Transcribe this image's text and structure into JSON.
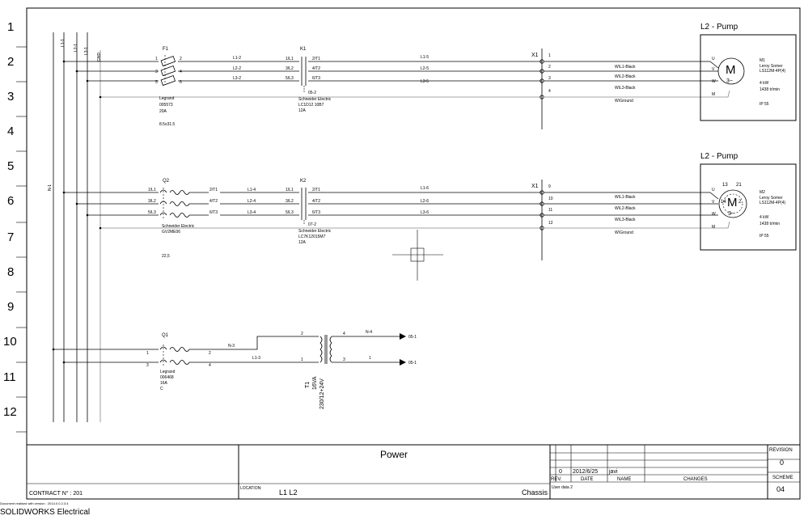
{
  "row_numbers": [
    "1",
    "2",
    "3",
    "4",
    "5",
    "6",
    "7",
    "8",
    "9",
    "10",
    "11",
    "12"
  ],
  "busbars": {
    "l1": "L1-1",
    "l2": "L2-1",
    "l3": "L3-1",
    "gnd": "GND",
    "n": "N-1"
  },
  "circuit1": {
    "fuse": {
      "tag": "F1",
      "terminals": [
        "1",
        "2",
        "3",
        "4",
        "5",
        "6"
      ],
      "maker": "Legrand",
      "ref": "005573",
      "rating": "20A",
      "size": "8.5x31.5"
    },
    "wires_a": [
      "L1-2",
      "L2-2",
      "L3-2"
    ],
    "contactor": {
      "tag": "K1",
      "inputs": [
        "1/L1",
        "3/L2",
        "5/L3"
      ],
      "outputs": [
        "2/T1",
        "4/T2",
        "6/T3"
      ],
      "ref_code": "05-2",
      "maker": "Schneider Electric",
      "ref": "LC1D12 10B7",
      "rating": "12A"
    },
    "wires_b": [
      "L1-5",
      "L2-5",
      "L3-5"
    ],
    "terminal_block": {
      "tag": "X1",
      "terminals": [
        "1",
        "2",
        "3",
        "4"
      ]
    },
    "cables": [
      "W\\L1-Black",
      "W\\L2-Black",
      "W\\L3-Black",
      "W\\Ground"
    ],
    "motor": {
      "title": "L2 - Pump",
      "phases": [
        "U",
        "V",
        "W",
        "M"
      ],
      "symbol": "M",
      "symbol_sub": "3~",
      "tag": "M1",
      "maker": "Leroy Somer",
      "ref": "LS112M-4P(4)",
      "power": "4 kW",
      "speed": "1438 tr/min",
      "ip": "IP 55"
    }
  },
  "circuit2": {
    "breaker": {
      "tag": "Q2",
      "inputs": [
        "1/L1",
        "3/L2",
        "5/L3"
      ],
      "outputs": [
        "2/T1",
        "4/T2",
        "6/T3"
      ],
      "maker": "Schneider Electric",
      "ref": "GV2ME06",
      "setting": "22,5"
    },
    "wires_a": [
      "L1-4",
      "L2-4",
      "L3-4"
    ],
    "contactor": {
      "tag": "K2",
      "inputs": [
        "1/L1",
        "3/L2",
        "5/L3"
      ],
      "outputs": [
        "2/T1",
        "4/T2",
        "6/T3"
      ],
      "ref_code": "07-2",
      "maker": "Schneider Electric",
      "ref": "LC7K12015M7",
      "rating": "12A"
    },
    "wires_b": [
      "L1-6",
      "L2-6",
      "L3-6"
    ],
    "terminal_block": {
      "tag": "X1",
      "terminals": [
        "9",
        "10",
        "11",
        "12"
      ]
    },
    "cables": [
      "W\\L1-Black",
      "W\\L2-Black",
      "W\\L3-Black",
      "W\\Ground"
    ],
    "motor": {
      "title": "L2 - Pump",
      "phases": [
        "U",
        "V",
        "W",
        "M"
      ],
      "symbol": "M",
      "symbol_sub": "3~",
      "terminal_marks": [
        "13",
        "21",
        "14",
        "2"
      ],
      "tag": "M2",
      "maker": "Leroy Somer",
      "ref": "LS112M-4P(4)",
      "power": "4 kW",
      "speed": "1438 tr/min",
      "ip": "IP 55"
    }
  },
  "circuit3": {
    "breaker": {
      "tag": "Q1",
      "terminals": [
        "1",
        "2",
        "3",
        "4"
      ],
      "maker": "Legrand",
      "ref": "006468",
      "rating": "16A",
      "curve": "C"
    },
    "wire_n": "N-3",
    "wire_l": "L1-3",
    "transformer": {
      "tag": "T1",
      "power": "16VA",
      "ratio": "230/12+24V",
      "terminals": [
        "2",
        "1",
        "4",
        "3"
      ]
    },
    "out_wire_n": "N-4",
    "out_wire_l": "1",
    "refs": [
      "05-1",
      "05-1"
    ]
  },
  "title_block": {
    "title": "Power",
    "contract_label": "CONTRACT N° : 201",
    "location_label": "LOCATION:",
    "location_value": "L1 L2",
    "chassis": "Chassis",
    "revision_label": "REVISION",
    "revision_value": "0",
    "scheme_label": "SCHEME",
    "scheme_value": "04",
    "rev_row": {
      "rev": "0",
      "date": "2012/6/25",
      "name": "javi"
    },
    "col_headers": [
      "REV.",
      "DATE",
      "NAME",
      "CHANGES"
    ],
    "user_data": "User data 2",
    "footer_small": "Document realised with version : 2014.0.0.2.3.4",
    "footer_brand": "SOLIDWORKS Electrical"
  }
}
